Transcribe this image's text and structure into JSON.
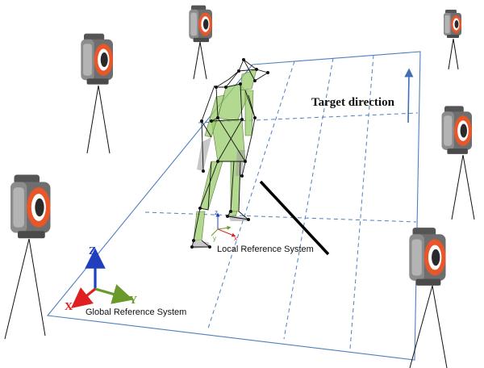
{
  "labels": {
    "target_direction": "Target direction",
    "local_reference_system": "Local Reference System",
    "global_reference_system": "Global Reference System"
  },
  "global_axes": {
    "x": "X",
    "y": "Y",
    "z": "Z"
  },
  "local_axes": {
    "x": "x",
    "y": "y",
    "z": "z"
  },
  "colors": {
    "floor_grid": "#4f7fc0",
    "axis_x": "#e02020",
    "axis_y": "#6a9a2a",
    "axis_z": "#1f3fbf",
    "target_arrow": "#3f6fb0",
    "camera_ring": "#e8562a",
    "camera_body": "#6b6b6b",
    "skeleton_fill": "#9acb6a",
    "skeleton_line": "#111111"
  },
  "icons": {
    "camera": "motion-capture-camera-icon",
    "skeleton": "human-skeleton-icon"
  }
}
